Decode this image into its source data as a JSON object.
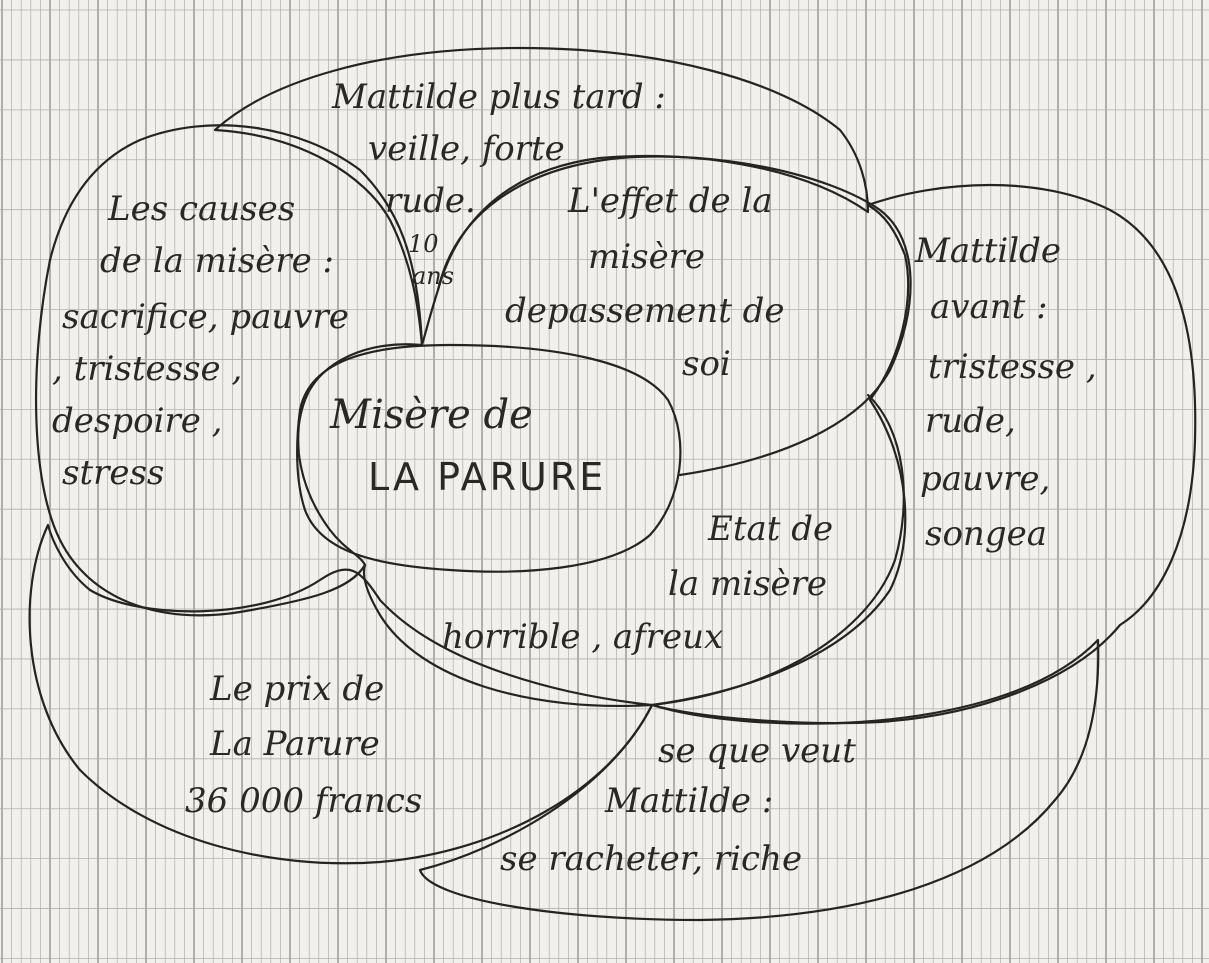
{
  "center": {
    "line1": "Misère de",
    "line2": "LA PARURE"
  },
  "causes": {
    "lines": [
      "Les causes",
      "de la misère :",
      "sacrifice, pauvre",
      ", tristesse ,",
      "despoire ,",
      "stress"
    ]
  },
  "plus_tard": {
    "lines": [
      "Mattilde plus tard :",
      "veille, forte",
      "rude."
    ],
    "years_num": "10",
    "years_unit": "ans"
  },
  "effet": {
    "lines": [
      "L'effet de la",
      "misère",
      "depassement de",
      "soi"
    ]
  },
  "avant": {
    "lines": [
      "Mattilde",
      "avant :",
      "tristesse ,",
      "rude,",
      "pauvre,",
      "songea"
    ]
  },
  "etat": {
    "lines": [
      "Etat de",
      "la misère",
      "horrible , afreux"
    ]
  },
  "prix": {
    "lines": [
      "Le prix de",
      "La Parure",
      "36 000 francs"
    ]
  },
  "veut": {
    "lines": [
      "se que veut",
      "Mattilde :",
      "se racheter, riche"
    ]
  }
}
